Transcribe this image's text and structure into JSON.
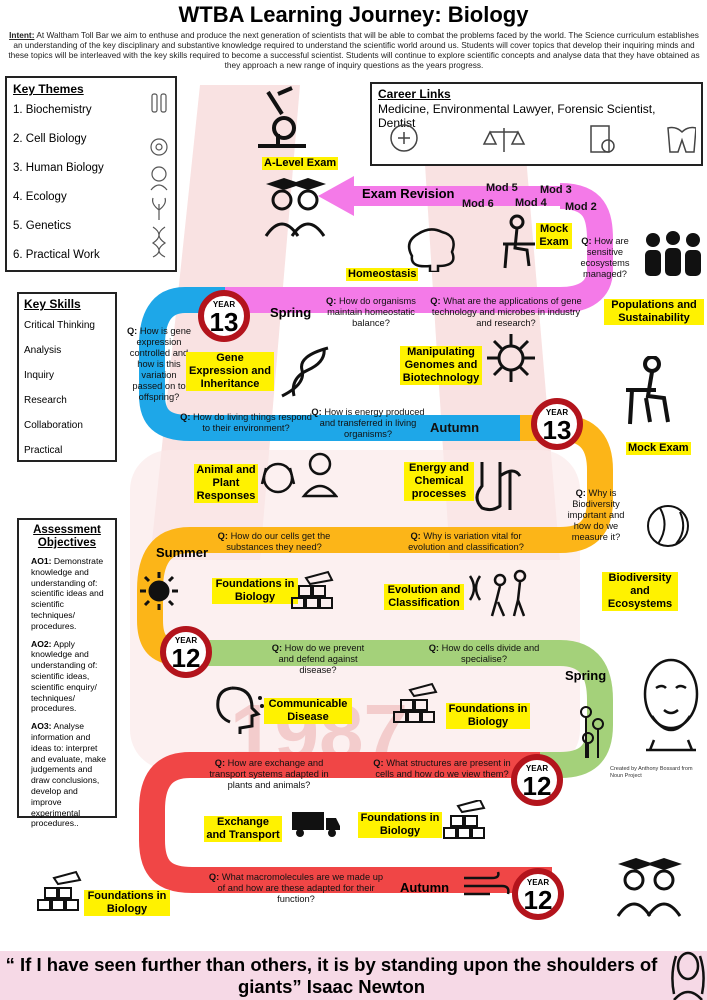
{
  "title": "WTBA Learning Journey: Biology",
  "intro": {
    "label": "Intent:",
    "text": " At Waltham Toll Bar we aim to enthuse and produce the next generation of scientists that will be able to combat the problems faced by the world. The Science curriculum establishes an understanding of the key disciplinary and substantive knowledge required to understand the scientific world around us. Students will cover topics that develop their inquiring minds and these topics will be interleaved with the key skills required to become a successful scientist. Students will continue to explore scientific concepts and analyse data that they have obtained as they approach a new range of inquiry questions as the years progress."
  },
  "key_themes": {
    "heading": "Key Themes",
    "items": [
      "1.  Biochemistry",
      "2.  Cell Biology",
      "3.  Human Biology",
      "4.  Ecology",
      "5.  Genetics",
      "6.  Practical Work"
    ]
  },
  "key_skills": {
    "heading": "Key Skills",
    "items": [
      "Critical Thinking",
      "Analysis",
      "Inquiry",
      "Research",
      "Collaboration",
      "Practical"
    ]
  },
  "assessment": {
    "heading": "Assessment Objectives",
    "ao1_label": "AO1:",
    "ao1": " Demonstrate knowledge and understanding of: scientific ideas and scientific techniques/ procedures.",
    "ao2_label": "AO2:",
    "ao2": " Apply knowledge and understanding of: scientific ideas, scientific enquiry/ techniques/ procedures.",
    "ao3_label": "AO3:",
    "ao3": " Analyse information and ideas to: interpret and evaluate, make judgements and draw conclusions, develop and improve experimental procedures.."
  },
  "career": {
    "heading": "Career Links",
    "text": "Medicine, Environmental Lawyer, Forensic Scientist, Dentist"
  },
  "top": {
    "alevel": "A-Level Exam",
    "revision": "Exam Revision",
    "mods": [
      "Mod 5",
      "Mod 3",
      "Mod 6",
      "Mod 4",
      "Mod 2"
    ],
    "mock": "Mock Exam"
  },
  "topics": {
    "homeostasis": "Homeostasis",
    "populations": "Populations and Sustainability",
    "gene_expression": "Gene Expression and Inheritance",
    "manipulating": "Manipulating Genomes and Biotechnology",
    "mock_exam": "Mock Exam",
    "animal_plant": "Animal and Plant Responses",
    "energy": "Energy and Chemical processes",
    "biodiversity": "Biodiversity and Ecosystems",
    "foundations_1": "Foundations in Biology",
    "evolution": "Evolution and Classification",
    "communicable": "Communicable Disease",
    "foundations_2": "Foundations in Biology",
    "exchange": "Exchange and Transport",
    "foundations_3": "Foundations in Biology",
    "foundations_4": "Foundations in Biology"
  },
  "questions": {
    "sensitive": "How are sensitive ecosystems managed?",
    "homeostatic": "How do organisms maintain homeostatic balance?",
    "gene_tech": "What are the applications of gene technology and microbes in industry and research?",
    "gene_expr": "How is gene expression controlled and how is this variation passed on to offspring?",
    "respond": "How do living things respond to their environment?",
    "energy": "How is energy produced and transferred in living organisms?",
    "biodiversity": "Why is Biodiversity important and how do we measure it?",
    "substances": "How do our cells get the substances they need?",
    "variation": "Why is variation vital for evolution and classification?",
    "prevent": "How do we prevent and defend against disease?",
    "cells_divide": "How do cells divide and specialise?",
    "exchange": "How are exchange and transport systems adapted in plants and animals?",
    "structures": "What structures are present in cells and how do we view them?",
    "macromolecules": "What macromolecules are we made up of and how are these adapted for their function?"
  },
  "q_prefix": "Q:",
  "seasons": {
    "spring13": "Spring",
    "autumn13": "Autumn",
    "summer12": "Summer",
    "spring12": "Spring",
    "autumn12": "Autumn"
  },
  "year_label": "YEAR",
  "year_13": "13",
  "year_12": "12",
  "watermark": "1987",
  "credit_anthony": "Created by Anthony Bossard from Noun Project",
  "quote": "“ If I have seen further than others, it is by standing upon the shoulders of giants” Isaac Newton",
  "colors": {
    "pink": "#f47ae8",
    "blue": "#1ea7e8",
    "orange": "#fcb518",
    "green": "#a4d17a",
    "red": "#f04646",
    "dark_red": "#b3141c",
    "highlight": "#fff200"
  }
}
